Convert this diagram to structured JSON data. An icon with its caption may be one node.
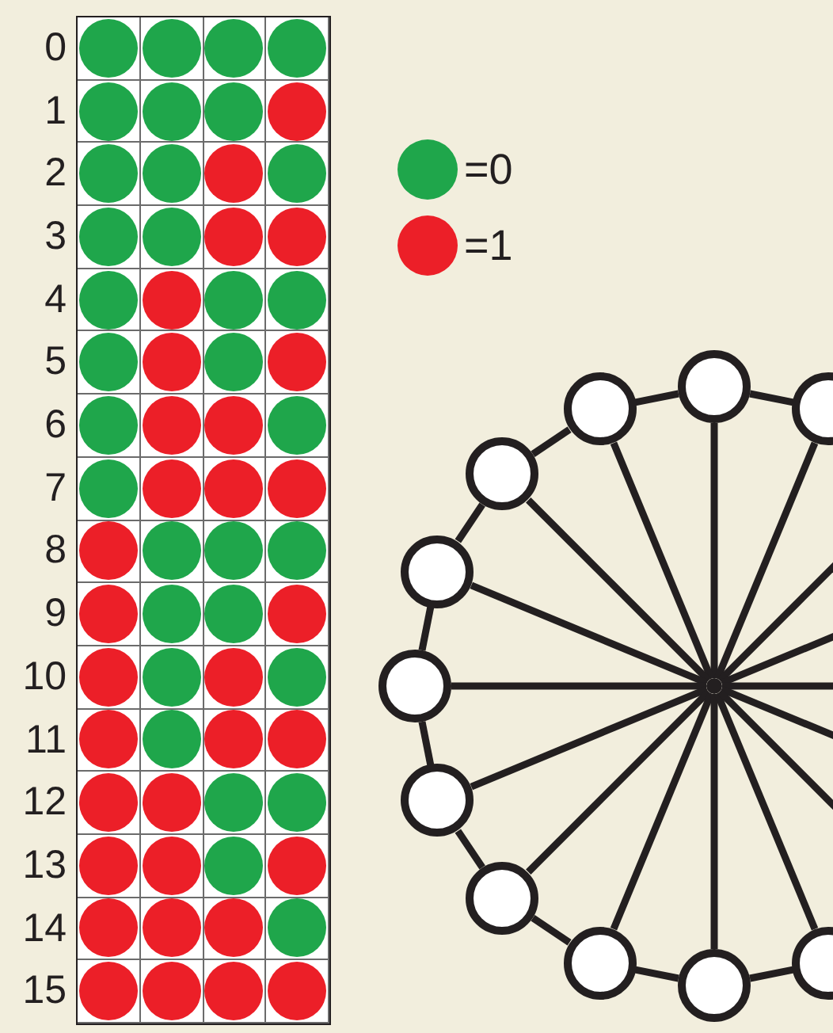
{
  "diagram": {
    "nodes": [
      {
        "text": [],
        "shape": "circle"
      },
      {
        "text": [],
        "shape": "circle"
      },
      {
        "text": [],
        "shape": "circle"
      },
      {
        "text": [],
        "shape": "circle"
      },
      {
        "text": [],
        "shape": "circle"
      },
      {
        "text": [],
        "shape": "circle"
      },
      {
        "text": [],
        "shape": "circle"
      },
      {
        "text": [],
        "shape": "circle"
      },
      {
        "text": [],
        "shape": "circle"
      },
      {
        "text": [],
        "shape": "circle"
      },
      {
        "text": [],
        "shape": "circle"
      },
      {
        "text": [],
        "shape": "circle"
      }
    ],
    "edges": [
      {
        "from": 11,
        "to": 0,
        "arrow": "none"
      },
      {
        "from": 11,
        "to": 1,
        "arrow": "none"
      },
      {
        "from": 11,
        "to": 2,
        "arrow": "none"
      },
      {
        "from": 11,
        "to": 3,
        "arrow": "none"
      },
      {
        "from": 11,
        "to": 4,
        "arrow": "none"
      },
      {
        "from": 11,
        "to": 5,
        "arrow": "none"
      },
      {
        "from": 11,
        "to": 6,
        "arrow": "none"
      },
      {
        "from": 11,
        "to": 7,
        "arrow": "none"
      },
      {
        "from": 11,
        "to": 8,
        "arrow": "none"
      },
      {
        "from": 11,
        "to": 9,
        "arrow": "none"
      },
      {
        "from": 11,
        "to": 10,
        "arrow": "none"
      },
      {
        "from": 11,
        "to": null,
        "arrow": "none"
      },
      {
        "from": 11,
        "to": null,
        "arrow": "none"
      },
      {
        "from": 11,
        "to": null,
        "arrow": "none"
      },
      {
        "from": 11,
        "to": null,
        "arrow": "none"
      },
      {
        "from": 11,
        "to": null,
        "arrow": "none"
      },
      {
        "from": 0,
        "to": 1,
        "arrow": "none"
      },
      {
        "from": 0,
        "to": 2,
        "arrow": "none"
      },
      {
        "from": 2,
        "to": 3,
        "arrow": "none"
      },
      {
        "from": 3,
        "to": 4,
        "arrow": "none"
      },
      {
        "from": 4,
        "to": 5,
        "arrow": "none"
      },
      {
        "from": 5,
        "to": 6,
        "arrow": "none"
      },
      {
        "from": 6,
        "to": 7,
        "arrow": "none"
      },
      {
        "from": 7,
        "to": 8,
        "arrow": "none"
      },
      {
        "from": 8,
        "to": 9,
        "arrow": "none"
      },
      {
        "from": 9,
        "to": 10,
        "arrow": "none"
      }
    ],
    "labels": [
      "0",
      "1",
      "2",
      "3",
      "4",
      "5",
      "6",
      "7",
      "8",
      "9",
      "10",
      "11",
      "12",
      "13",
      "14",
      "15"
    ],
    "legend": [
      {
        "text": "=0",
        "color": "#1fa64b"
      },
      {
        "text": "=1",
        "color": "#ec1f28"
      }
    ]
  }
}
